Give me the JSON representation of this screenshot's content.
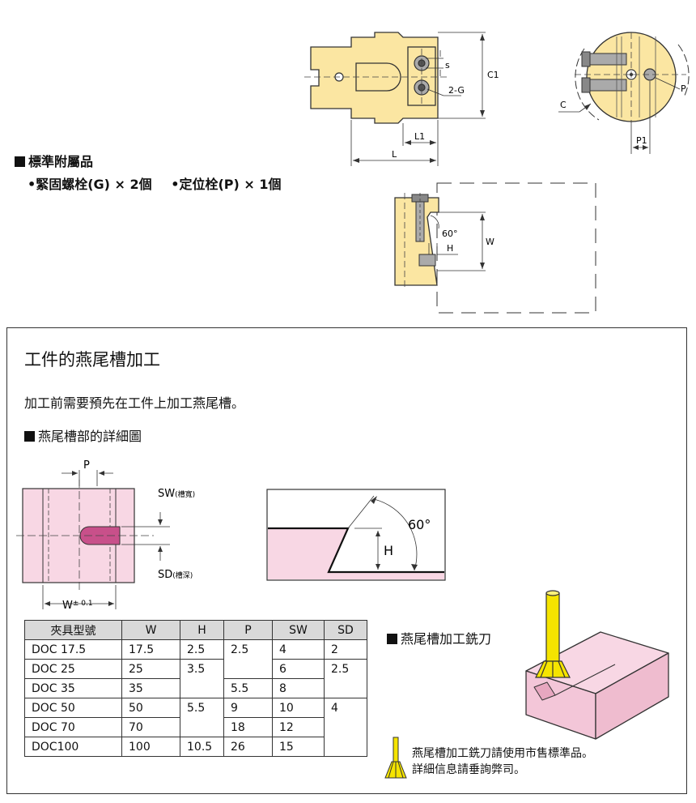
{
  "drawing": {
    "dim_s": "s",
    "dim_c1": "C1",
    "dim_2g": "2-G",
    "dim_l1": "L1",
    "dim_l": "L",
    "dim_p": "P",
    "dim_p1": "P1",
    "dim_c": "C",
    "dim_60": "60°",
    "dim_h": "H",
    "dim_w": "W"
  },
  "standard_parts": {
    "title": "標準附屬品",
    "items": [
      "•緊固螺栓(G) × 2個",
      "•定位栓(P) × 1個"
    ]
  },
  "section": {
    "title": "工件的燕尾槽加工",
    "description": "加工前需要預先在工件上加工燕尾槽。",
    "detail_title": "燕尾槽部的詳細圖",
    "detail": {
      "p": "P",
      "sw": "SW",
      "sw_note": "(槽寬)",
      "sd": "SD",
      "sd_note": "(槽深)",
      "w": "W",
      "w_tol": "± 0.1",
      "angle": "60°",
      "h": "H"
    },
    "cutter_title": "燕尾槽加工銑刀",
    "note_lines": [
      "燕尾槽加工銑刀請使用市售標準品。",
      "詳細信息請垂詢弊司。"
    ]
  },
  "table": {
    "headers": [
      "夾具型號",
      "W",
      "H",
      "P",
      "SW",
      "SD"
    ],
    "rows": [
      {
        "model": "DOC 17.5",
        "w": "17.5",
        "h": "2.5",
        "p": "2.5",
        "sw": "4",
        "sd": "2"
      },
      {
        "model": "DOC 25",
        "w": "25",
        "h": "3.5",
        "p": "",
        "sw": "6",
        "sd": "2.5"
      },
      {
        "model": "DOC 35",
        "w": "35",
        "h": "",
        "p": "5.5",
        "sw": "8",
        "sd": ""
      },
      {
        "model": "DOC 50",
        "w": "50",
        "h": "5.5",
        "p": "9",
        "sw": "10",
        "sd": "4"
      },
      {
        "model": "DOC 70",
        "w": "70",
        "h": "",
        "p": "18",
        "sw": "12",
        "sd": ""
      },
      {
        "model": "DOC100",
        "w": "100",
        "h": "10.5",
        "p": "26",
        "sw": "15",
        "sd": ""
      }
    ]
  },
  "colors": {
    "holder_yellow": "#fbe6a2",
    "workpiece_pink": "#f8d7e4",
    "slot_magenta": "#c8508a",
    "cutter_yellow": "#f5e400",
    "header_gray": "#d9d9d9"
  }
}
